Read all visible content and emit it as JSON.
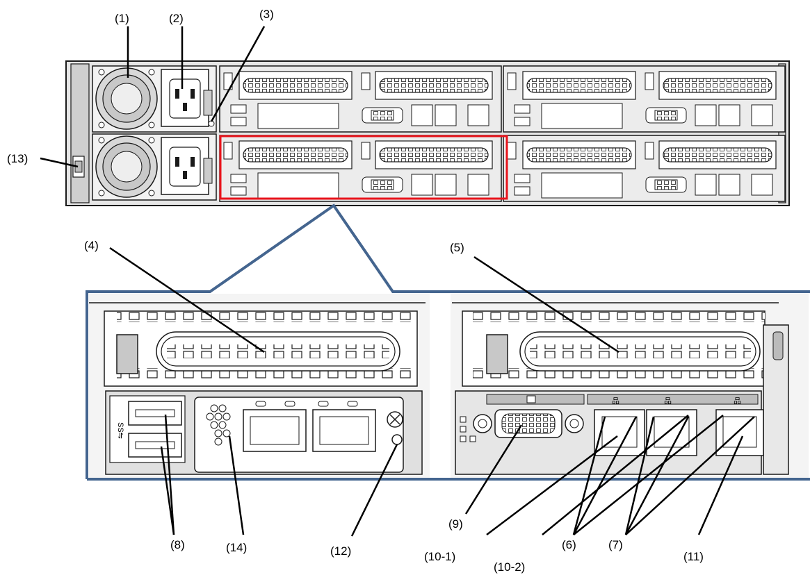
{
  "callouts": {
    "c1": "(1)",
    "c2": "(2)",
    "c3": "(3)",
    "c4": "(4)",
    "c5": "(5)",
    "c6": "(6)",
    "c7": "(7)",
    "c8": "(8)",
    "c9": "(9)",
    "c10_1": "(10-1)",
    "c10_2": "(10-2)",
    "c11": "(11)",
    "c12": "(12)",
    "c13": "(13)",
    "c14": "(14)"
  },
  "colors": {
    "highlight": "#e8141c",
    "zoom_frame": "#44658f",
    "outline": "#1a1a1a",
    "panel_gray": "#d4d4d4",
    "dark_gray": "#8a8a8a"
  },
  "icons": [
    "power-supply-fan-icon",
    "power-inlet-icon",
    "usb-ss-icon",
    "vga-port-icon",
    "lan-port-icon",
    "network-symbol-icon",
    "status-led-icon"
  ]
}
